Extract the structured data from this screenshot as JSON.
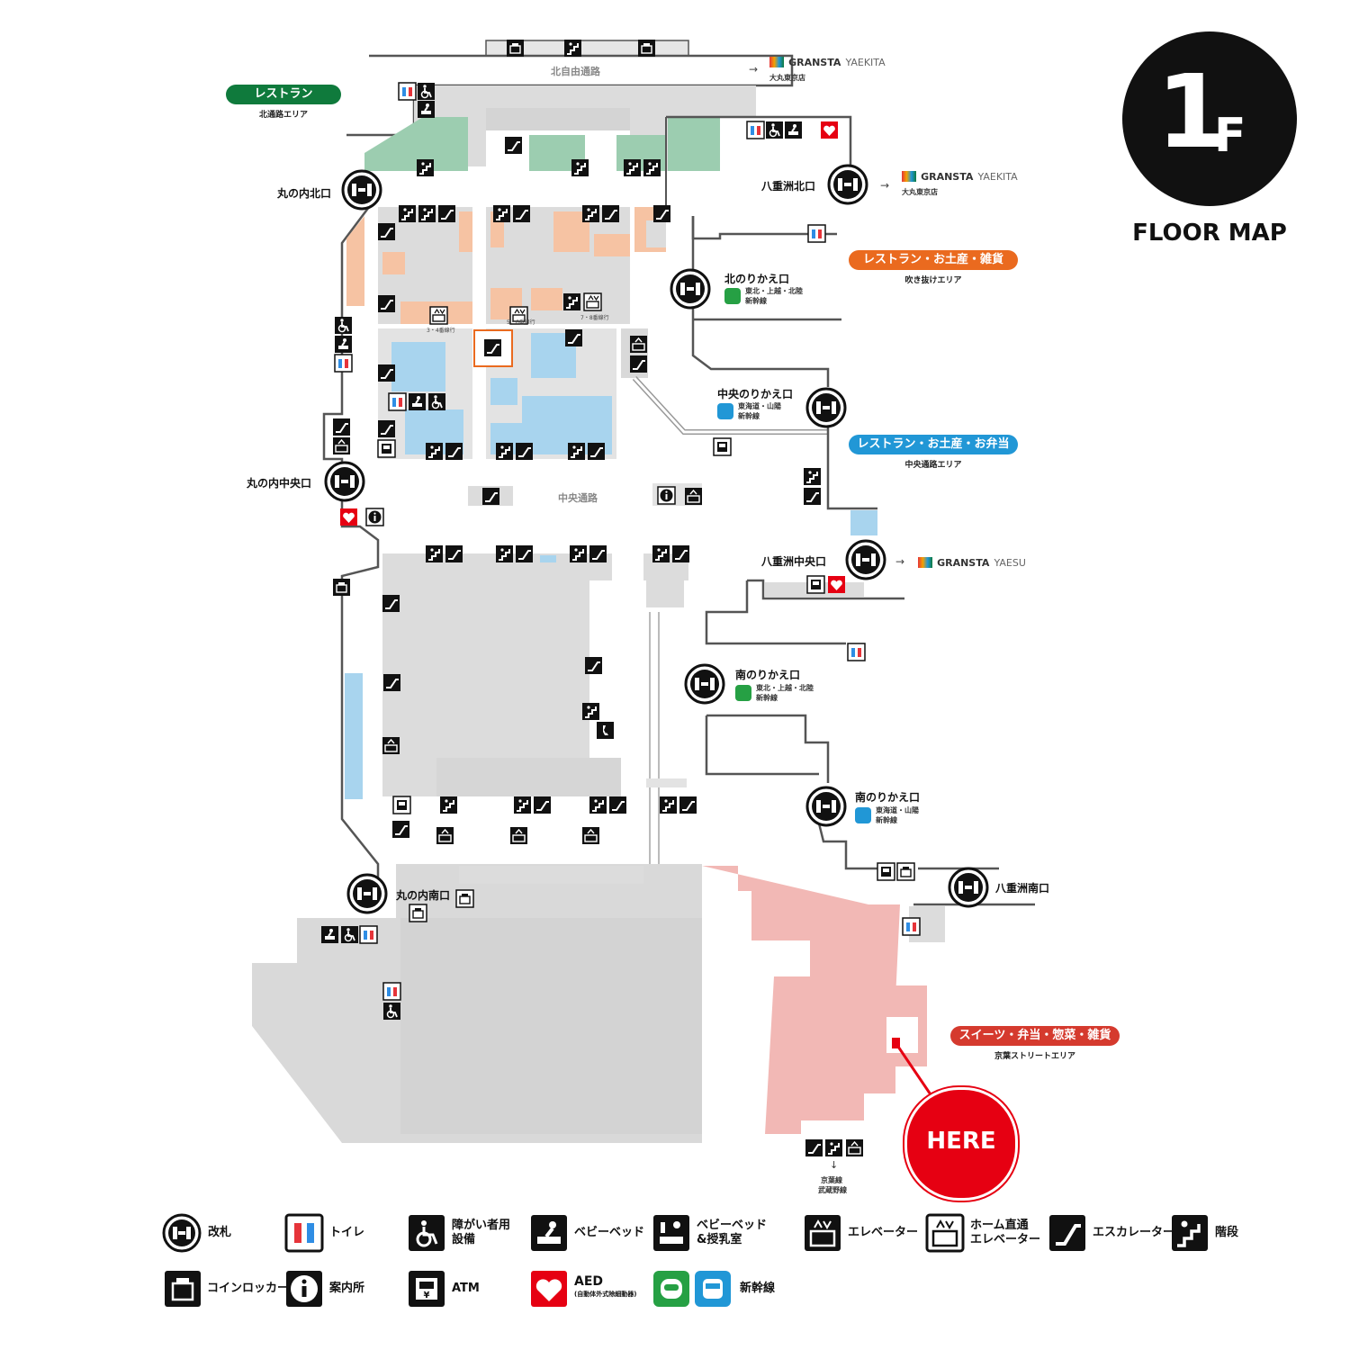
{
  "floor": {
    "number": "1",
    "suffix": "F",
    "caption": "FLOOR MAP"
  },
  "here": {
    "label": "HERE"
  },
  "passages": {
    "north_free": "北自由通路",
    "central": "中央通路"
  },
  "gates": {
    "maru_north": "丸の内北口",
    "maru_central": "丸の内中央口",
    "maru_south": "丸の内南口",
    "yaesu_north": "八重洲北口",
    "yaesu_central": "八重洲中央口",
    "yaesu_south": "八重洲南口",
    "kita_transfer": "北のりかえ口",
    "chuo_transfer": "中央のりかえ口",
    "minami_transfer_1": "南のりかえ口",
    "minami_transfer_2": "南のりかえ口"
  },
  "shinkansen_notes": {
    "kita": [
      "東北・上越・北陸",
      "新幹線"
    ],
    "chuo": [
      "東海道・山陽",
      "新幹線"
    ],
    "minami_1": [
      "東北・上越・北陸",
      "新幹線"
    ],
    "minami_2": [
      "東海道・山陽",
      "新幹線"
    ]
  },
  "elevator_notes": {
    "e34": "3・4番線行",
    "e56": "5・6番線行",
    "e78": "7・8番線行"
  },
  "granstas": [
    {
      "brand": "GRANSTA",
      "place": "YAEKITA",
      "sub": "大丸東京店"
    },
    {
      "brand": "GRANSTA",
      "place": "YAEKITA",
      "sub": "大丸東京店"
    },
    {
      "brand": "GRANSTA",
      "place": "YAESU",
      "sub": ""
    }
  ],
  "areas": [
    {
      "title": "レストラン",
      "sub": "北通路エリア",
      "color": "#0f7a3c"
    },
    {
      "title": "レストラン・お土産・雑貨",
      "sub": "吹き抜けエリア",
      "color": "#ea6a1f"
    },
    {
      "title": "レストラン・お土産・お弁当",
      "sub": "中央通路エリア",
      "color": "#2197d6"
    },
    {
      "title": "スイーツ・弁当・惣菜・雑貨",
      "sub": "京葉ストリートエリア",
      "color": "#d53a2e"
    }
  ],
  "keiyo_exit": {
    "arrow": "↓",
    "lines": [
      "京葉線",
      "武蔵野線"
    ]
  },
  "legend": {
    "gate": "改札",
    "toilet": "トイレ",
    "accessible": [
      "障がい者用",
      "設備"
    ],
    "babybed": "ベビーベッド",
    "babybed_nursing": [
      "ベビーベッド",
      "&授乳室"
    ],
    "elevator": "エレベーター",
    "platform_elevator": [
      "ホーム直通",
      "エレベーター"
    ],
    "escalator": "エスカレーター",
    "stairs": "階段",
    "locker": "コインロッカー",
    "info": "案内所",
    "atm": "ATM",
    "aed": "AED",
    "aed_note": "(自動体外式除細動器)",
    "shinkansen": "新幹線"
  },
  "colors": {
    "green": "#8fc8a5",
    "orange": "#f6c3a3",
    "blue": "#a8d4ee",
    "red": "#f2b8b5",
    "grey": "#d9d9d9",
    "gate": "#111111",
    "here": "#e60012"
  }
}
